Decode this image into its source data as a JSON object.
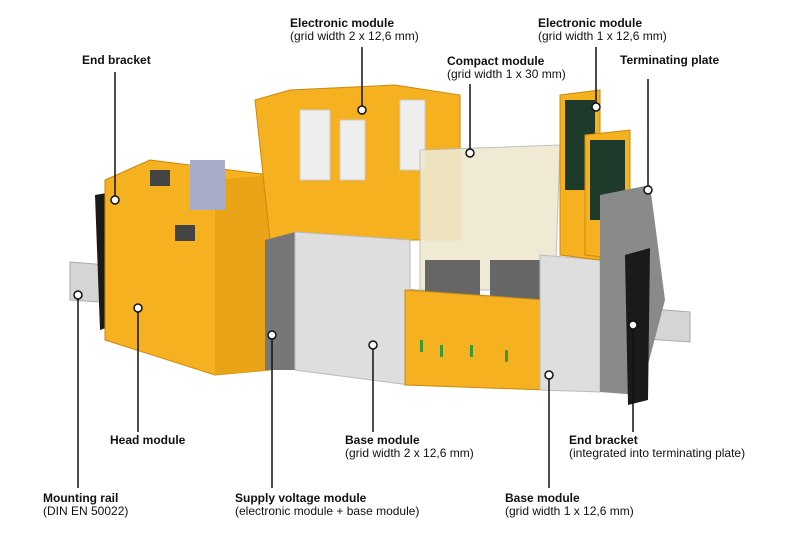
{
  "title": "Modular I/O system components",
  "labels": {
    "end_bracket_left": {
      "title": "End bracket"
    },
    "electronic_module_2": {
      "title": "Electronic module",
      "sub": "(grid width 2 x 12,6 mm)"
    },
    "electronic_module_1": {
      "title": "Electronic module",
      "sub": "(grid width 1 x 12,6 mm)"
    },
    "compact_module": {
      "title": "Compact module",
      "sub": "(grid width 1 x 30 mm)"
    },
    "terminating_plate": {
      "title": "Terminating plate"
    },
    "head_module": {
      "title": "Head module"
    },
    "base_module_2": {
      "title": "Base module",
      "sub": "(grid width 2 x 12,6 mm)"
    },
    "end_bracket_right": {
      "title": "End bracket",
      "sub": "(integrated into terminating plate)"
    },
    "mounting_rail": {
      "title": "Mounting rail",
      "sub": "(DIN EN 50022)"
    },
    "supply_voltage_module": {
      "title": "Supply voltage module",
      "sub": "(electronic module + base module)"
    },
    "base_module_1": {
      "title": "Base module",
      "sub": "(grid width 1 x 12,6 mm)"
    }
  },
  "colors": {
    "module_yellow": "#f5b120",
    "housing_gray": "#8a8a8a",
    "base_light": "#dcdcdc",
    "leader": "#111111"
  }
}
